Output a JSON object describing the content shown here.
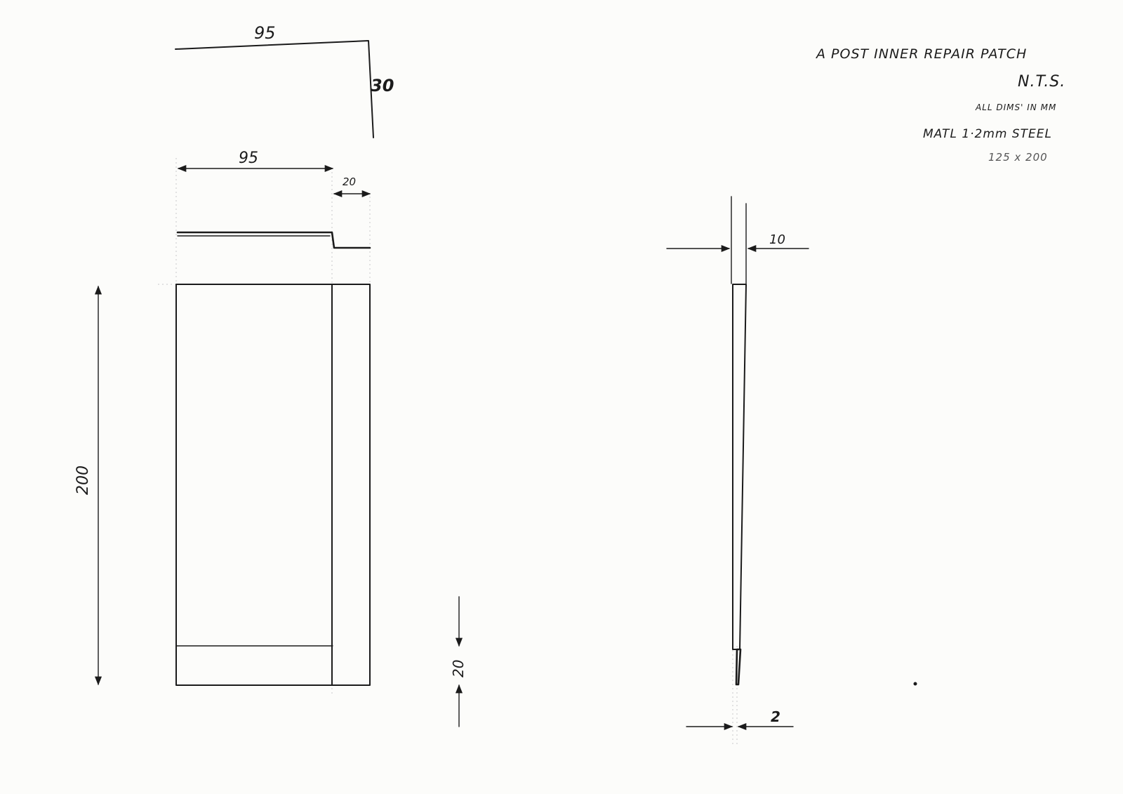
{
  "notes": {
    "title": "A POST INNER REPAIR PATCH",
    "scale": "N.T.S.",
    "units": "ALL DIMS' IN MM",
    "material": "MATL  1·2mm STEEL",
    "blank": "125 x 200"
  },
  "dimensions": {
    "top_width": "95",
    "top_side": "30",
    "face_width": "95",
    "flange_width": "20",
    "height": "200",
    "bottom_flange": "20",
    "section_top": "10",
    "section_bottom": "2"
  }
}
